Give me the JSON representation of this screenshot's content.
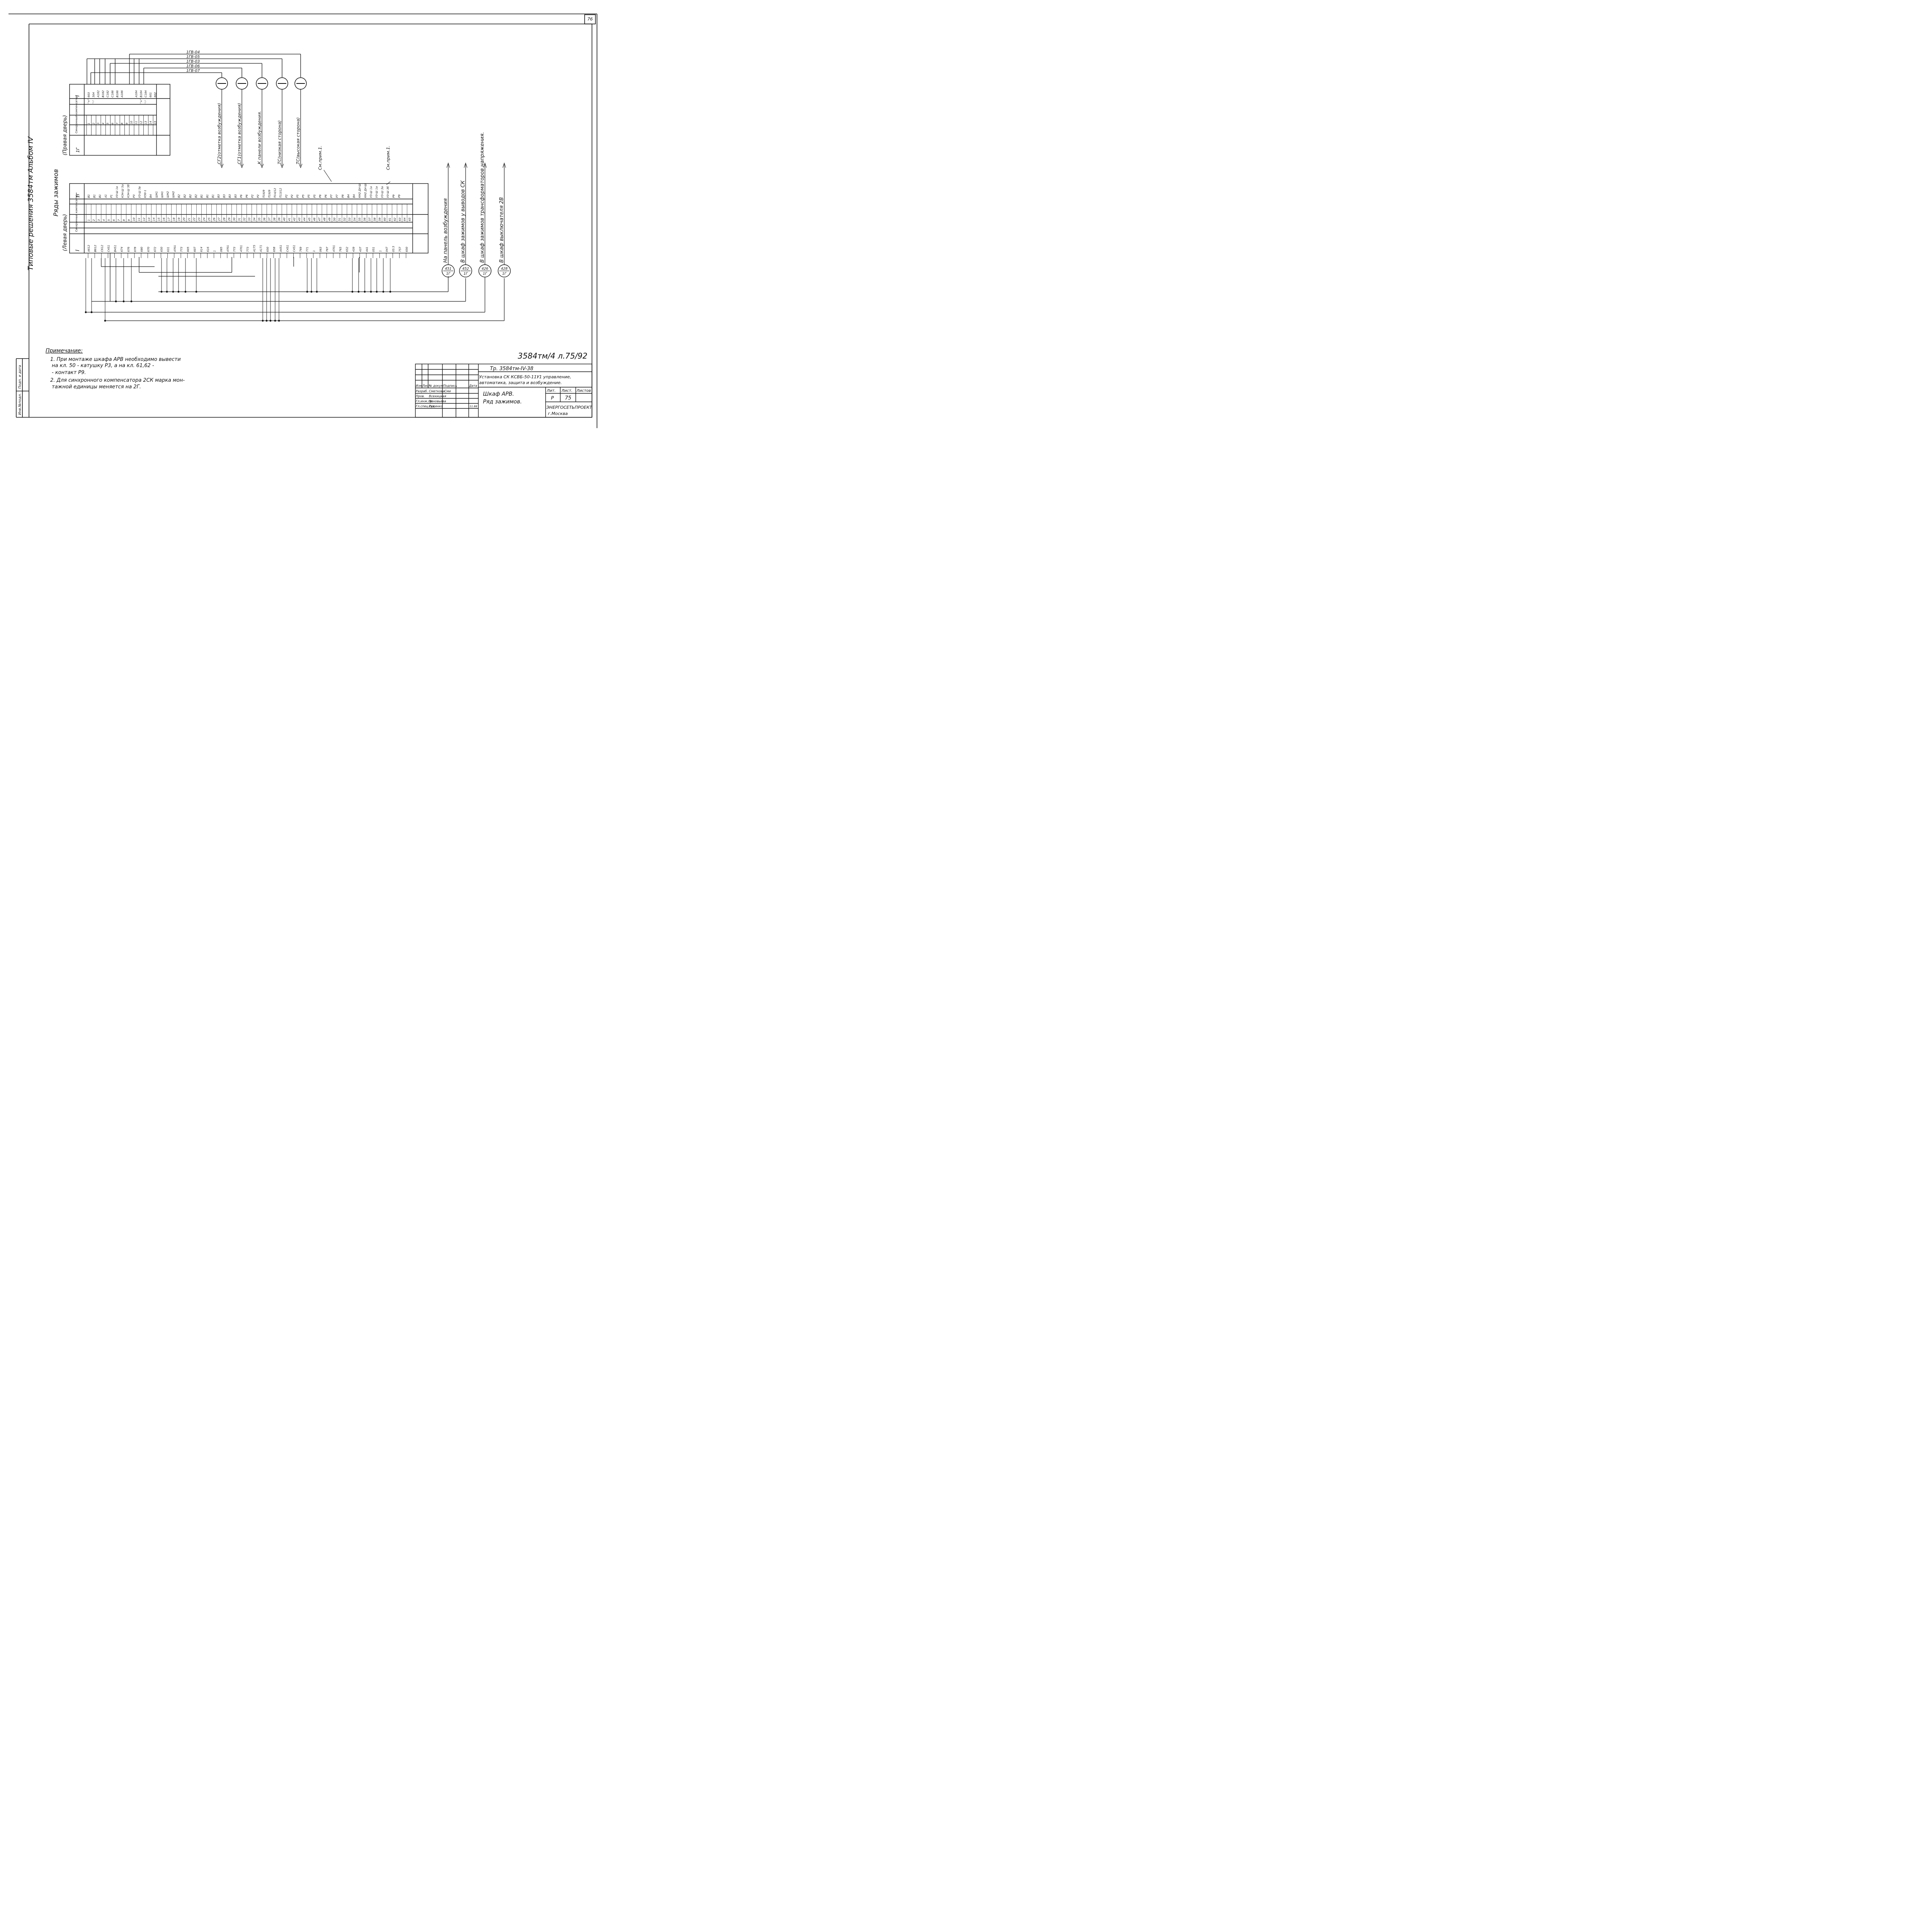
{
  "sheet": {
    "corner_number": "76",
    "vertical_title": "Типовые решения 3584тм Альбом IV",
    "frame_side_labels": [
      "Инв.№подл.",
      "Подп. и дата"
    ],
    "handwritten_ref": "3584тм/4 л.75/92"
  },
  "left_block": {
    "vertical_title": "Ряды зажимов",
    "caption": "(Левая дверь)",
    "col_left": "I",
    "col_right": "1Г",
    "col_mid": "Синхронный компенсатор",
    "numbers": [
      "1",
      "2",
      "3",
      "4",
      "5",
      "6",
      "7",
      "8",
      "9",
      "10",
      "11",
      "12",
      "13",
      "14",
      "15",
      "16",
      "17",
      "18",
      "19",
      "20",
      "21",
      "22",
      "23",
      "24",
      "25",
      "26",
      "27",
      "28",
      "29",
      "30",
      "31",
      "32",
      "33",
      "34",
      "35",
      "36",
      "37",
      "38",
      "39",
      "40",
      "41",
      "42",
      "43",
      "44",
      "45",
      "46",
      "47",
      "48",
      "49",
      "50",
      "51",
      "52",
      "53",
      "54",
      "55",
      "56",
      "57",
      "58",
      "59",
      "60",
      "61",
      "62",
      "63",
      "64",
      "65"
    ],
    "right_labels": [
      "В1",
      "В1",
      "В1",
      "А1",
      "Р1",
      "УЗ-Ш 1а",
      "КЗ4-Ш 5а",
      "КЗ4-Ш 5б",
      "Р3",
      "УЗ-Ш 5в",
      "К50-1",
      "В4",
      "ШН1",
      "ШН1",
      "ШН2",
      "ШН2",
      "В2",
      "В2",
      "В2",
      "В2",
      "В1",
      "В1",
      "В1",
      "В3",
      "В3",
      "В3",
      "В3",
      "Р6",
      "Р6",
      "Р2",
      "Р2",
      "П16/9",
      "П16/9",
      "П14/12",
      "П13/12",
      "Р2",
      "Р2",
      "Р5",
      "Р5",
      "Р5",
      "Р5",
      "Р6",
      "Р6",
      "Р7",
      "Р7",
      "Р8",
      "В4",
      "В4",
      "КН2 Д4-Ш",
      "КН2 Д4-Ш",
      "УЗ-Ш 1а",
      "УЗ-Ш 1а",
      "УЗ-Ш 3а",
      "УЗ-Ш 3б",
      "Р9",
      "Р9"
    ],
    "left_labels": [
      "А612",
      "В612",
      "С612",
      "С451",
      "В451",
      "674",
      "676",
      "678",
      "680",
      "670",
      "672",
      "650",
      "631",
      "4701",
      "773",
      "605",
      "607",
      "614",
      "616",
      "1",
      "085",
      "4701",
      "773",
      "4701",
      "773",
      "А175",
      "А171",
      "650",
      "658",
      "А451",
      "С451",
      "С451",
      "769",
      "771",
      "1",
      "063",
      "767",
      "4701",
      "765",
      "652",
      "439",
      "437",
      "441",
      "051",
      "1",
      "047",
      "05.5",
      "757",
      "650"
    ]
  },
  "right_block": {
    "caption": "(Правая дверь)",
    "col_left": "I",
    "col_right": "1Г",
    "col_mid": "Синхронный компенсатор",
    "numbers": [
      "1",
      "2",
      "3",
      "4",
      "5",
      "6",
      "7",
      "8",
      "9",
      "10",
      "11",
      "12",
      "13",
      "14",
      "15"
    ],
    "labels": [
      "603",
      "504",
      "А182",
      "В182",
      "С182",
      "С186",
      "В186",
      "А186",
      "А184",
      "В184",
      "С184",
      "601",
      "602"
    ],
    "marks": [
      "\"+\"",
      "\"-\"",
      "\"+\"",
      "\"-\""
    ]
  },
  "bus_wires": [
    "1ГВ-04",
    "1ГВ-05",
    "1ГВ-03",
    "1ГВ-06",
    "1ГВ-07"
  ],
  "instruments": [
    {
      "label": "СГ2(отметка возбуждения)"
    },
    {
      "label": "СГ1(отметка возбуждения)"
    },
    {
      "label": "К панели возбуждения."
    },
    {
      "label": "ТС(низкая сторона)"
    },
    {
      "label": "ТС(высокая сторона)"
    }
  ],
  "cross_refs": [
    "См.прим.1.",
    "См.прим.1."
  ],
  "destinations": [
    {
      "text": "На панель возбуждения",
      "circle_top": "451",
      "circle_bottom": "1Г"
    },
    {
      "text": "В шкаф зажимов у выводов СК",
      "circle_top": "452",
      "circle_bottom": "1Г"
    },
    {
      "text": "В шкаф зажимов трансформаторов напряжения.",
      "circle_top": "426",
      "circle_bottom": "1Г"
    },
    {
      "text": "В шкаф выключателя 2В",
      "circle_top": "428",
      "circle_bottom": "1Г"
    }
  ],
  "notes": {
    "heading": "Примечание:",
    "items": [
      "1. При монтаже шкафа АРВ необходимо вывести",
      "на кл. 50 - катушку Р3, а на кл. 61,62 -",
      "- контакт Р9.",
      "2. Для синхронного компенсатора 2СК марка мон-",
      "тажной единицы меняется на 2Г."
    ]
  },
  "title_block": {
    "doc_code": "Тр. 3584тм-IV-38",
    "project_line1": "Установка СК КСВБ-50-11У1 управление,",
    "project_line2": "автоматика, защита и возбуждение.",
    "item_line1": "Шкаф АРВ.",
    "item_line2": "Ряд зажимов.",
    "header_cells": [
      "Изм",
      "Лист",
      "№ докум.",
      "Подпись",
      "Дата"
    ],
    "roles": [
      "Разраб.",
      "Пров.",
      "Гл.инж.пр.",
      "Гл.спец.сек"
    ],
    "names": [
      "Сметкова",
      "Всехицкая",
      "Зиновьева",
      "Рудинко"
    ],
    "signatures": [
      "Сми",
      "",
      "",
      ""
    ],
    "date": "11.88",
    "lit_label": "Лит.",
    "sheet_label": "Лист.",
    "sheets_label": "Листов",
    "lit_value": "Р",
    "sheet_value": "75",
    "org_line1": "ЭНЕРГОСЕТЬПРОЕКТ",
    "org_line2": "г.Москва"
  }
}
